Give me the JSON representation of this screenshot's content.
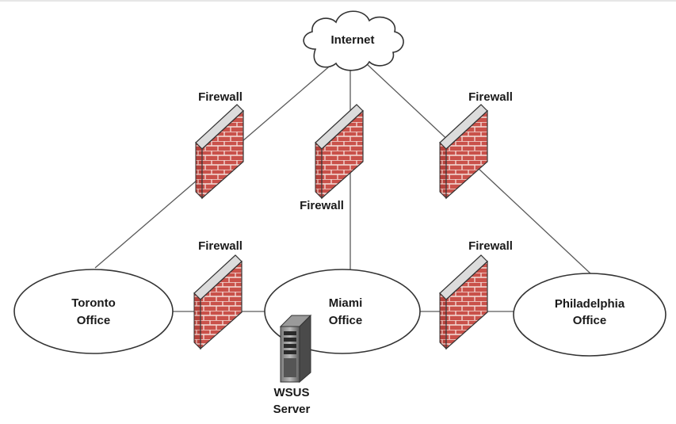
{
  "cloud": {
    "label": "Internet"
  },
  "firewall_label": "Firewall",
  "offices": {
    "toronto": {
      "line1": "Toronto",
      "line2": "Office"
    },
    "miami": {
      "line1": "Miami",
      "line2": "Office"
    },
    "philadelphia": {
      "line1": "Philadelphia",
      "line2": "Office"
    }
  },
  "server": {
    "line1": "WSUS",
    "line2": "Server"
  },
  "colors": {
    "brick": "#c8504a",
    "mortar": "#f2d8d4",
    "wall_top": "#d9d9d9",
    "line": "#555555"
  }
}
